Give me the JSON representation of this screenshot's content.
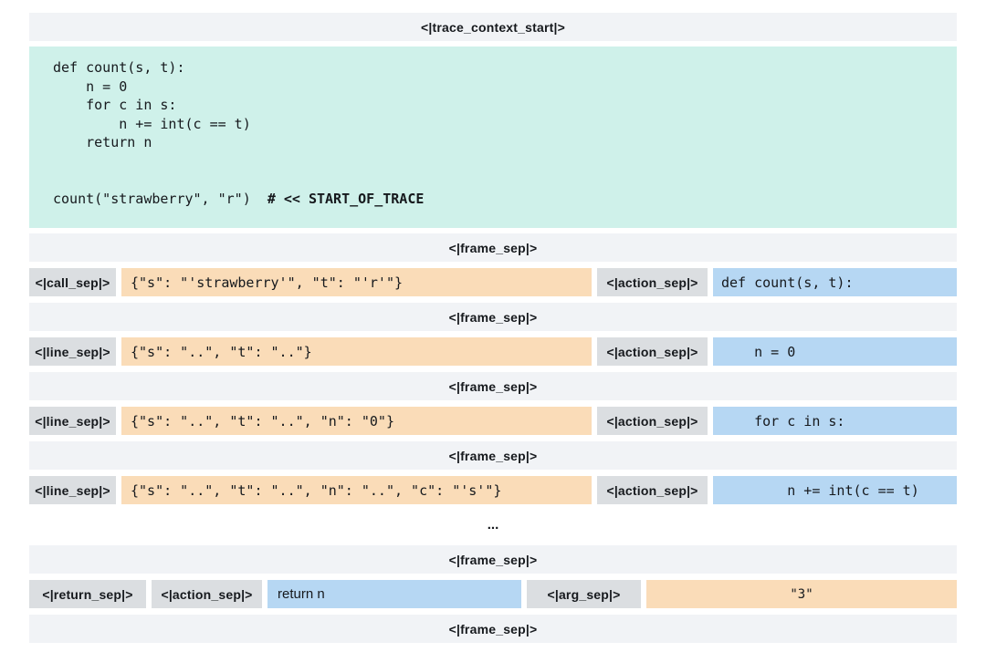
{
  "tokens": {
    "trace_context_start": "<|trace_context_start|>",
    "frame_sep": "<|frame_sep|>",
    "call_sep": "<|call_sep|>",
    "action_sep": "<|action_sep|>",
    "line_sep": "<|line_sep|>",
    "return_sep": "<|return_sep|>",
    "arg_sep": "<|arg_sep|>"
  },
  "code_block": {
    "code": "def count(s, t):\n    n = 0\n    for c in s:\n        n += int(c == t)\n    return n\n\n\n",
    "call_line": "count(\"strawberry\", \"r\")  ",
    "trace_comment": "# << START_OF_TRACE"
  },
  "rows": [
    {
      "sep_token": "<|call_sep|>",
      "state": "{\"s\": \"'strawberry'\", \"t\": \"'r'\"}",
      "action": "def count(s, t):"
    },
    {
      "sep_token": "<|line_sep|>",
      "state": "{\"s\": \"..\", \"t\": \"..\"}",
      "action": "    n = 0"
    },
    {
      "sep_token": "<|line_sep|>",
      "state": "{\"s\": \"..\", \"t\": \"..\", \"n\": \"0\"}",
      "action": "    for c in s:"
    },
    {
      "sep_token": "<|line_sep|>",
      "state": "{\"s\": \"..\", \"t\": \"..\", \"n\": \"..\", \"c\": \"'s'\"}",
      "action": "        n += int(c == t)"
    }
  ],
  "return_row": {
    "sep_token": "<|return_sep|>",
    "action_sep_token": "<|action_sep|>",
    "action": "return n",
    "arg_sep_token": "<|arg_sep|>",
    "value": "\"3\""
  },
  "ellipsis": "...",
  "colors": {
    "context_bg": "#cff1ea",
    "state_bg": "#fadcb8",
    "action_bg": "#b6d7f3",
    "token_bg": "#dbdee1",
    "bar_bg": "#f1f3f6",
    "text": "#16191d"
  }
}
